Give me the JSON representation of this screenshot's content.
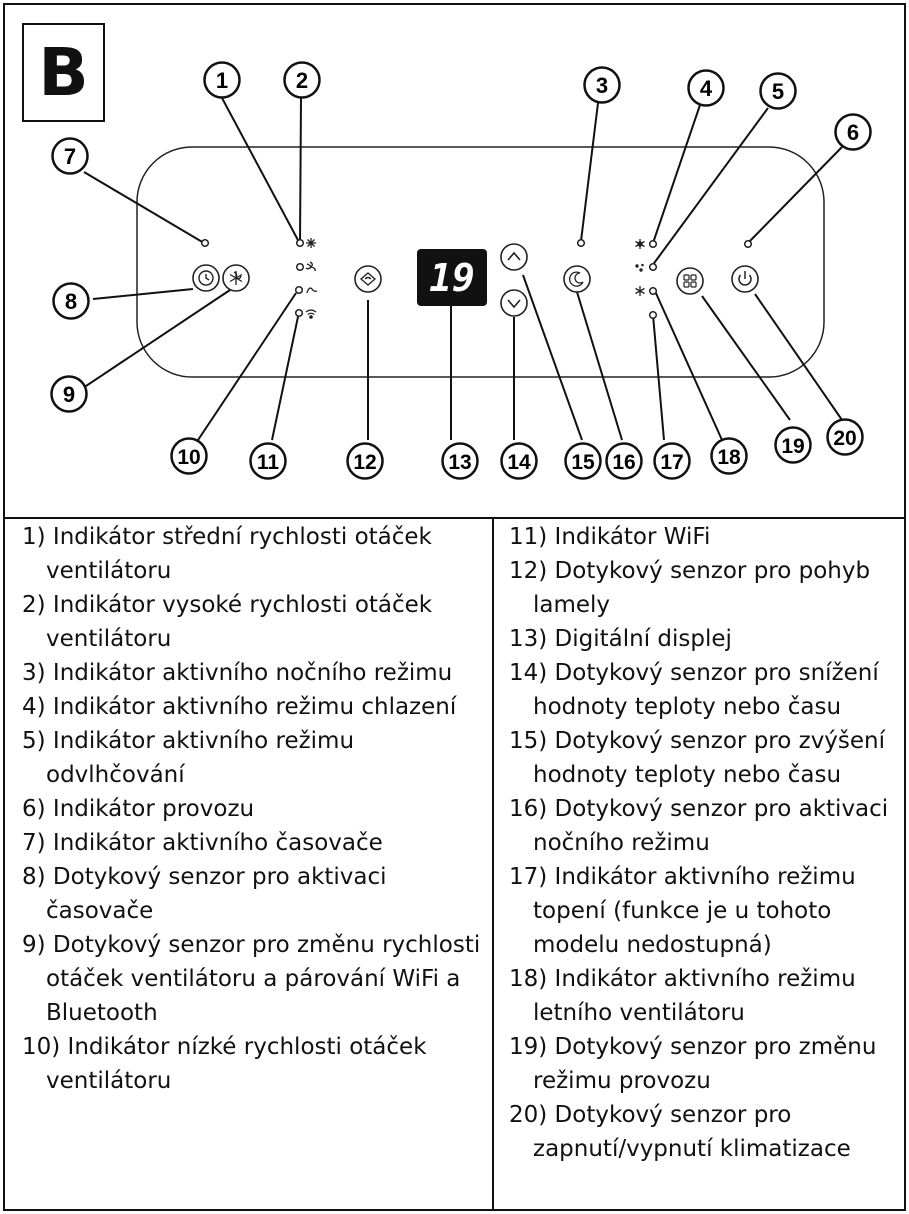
{
  "panel_letter": "B",
  "display_value": "19",
  "callouts": [
    "1",
    "2",
    "3",
    "4",
    "5",
    "6",
    "7",
    "8",
    "9",
    "10",
    "11",
    "12",
    "13",
    "14",
    "15",
    "16",
    "17",
    "18",
    "19",
    "20"
  ],
  "legend_left": [
    "1) Indikátor střední rychlosti otáček ventilátoru",
    "2) Indikátor vysoké rychlosti otáček ventilátoru",
    "3) Indikátor aktivního nočního režimu",
    "4) Indikátor aktivního režimu chlazení",
    "5) Indikátor aktivního režimu odvlhčování",
    "6) Indikátor provozu",
    "7) Indikátor aktivního časovače",
    "8) Dotykový senzor pro aktivaci časovače",
    "9) Dotykový senzor pro změnu rychlosti otáček ventilátoru a párování WiFi a Bluetooth",
    "10) Indikátor nízké rychlosti otáček ventilátoru"
  ],
  "legend_right": [
    "11) Indikátor WiFi",
    "12) Dotykový senzor pro pohyb lamely",
    "13) Digitální displej",
    "14) Dotykový senzor pro snížení hodnoty teploty nebo času",
    "15) Dotykový senzor pro zvýšení hodnoty teploty nebo času",
    "16) Dotykový senzor pro aktivaci nočního režimu",
    "17) Indikátor aktivního režimu topení (funkce je u tohoto modelu nedostupná)",
    "18) Indikátor aktivního režimu letního ventilátoru",
    "19) Dotykový senzor pro změnu režimu provozu",
    "20) Dotykový senzor pro zapnutí/vypnutí klimatizace"
  ]
}
